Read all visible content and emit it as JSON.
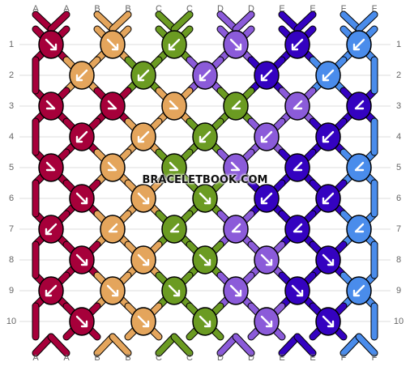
{
  "site": {
    "watermark": "BRACELETBOOK.COM"
  },
  "colors": {
    "A": "#a6003a",
    "B": "#e4a55c",
    "C": "#6b9b22",
    "D": "#8b5bd9",
    "E": "#3402c0",
    "F": "#4a8ceb"
  },
  "string_labels_top": [
    "A",
    "A",
    "B",
    "B",
    "C",
    "C",
    "D",
    "D",
    "E",
    "E",
    "F",
    "F"
  ],
  "string_labels_bottom": [
    "A",
    "A",
    "B",
    "B",
    "C",
    "C",
    "D",
    "D",
    "E",
    "E",
    "F",
    "F"
  ],
  "row_labels": [
    "1",
    "2",
    "3",
    "4",
    "5",
    "6",
    "7",
    "8",
    "9",
    "10"
  ],
  "knots": [
    [
      {
        "c": "A",
        "k": "f"
      },
      {
        "c": "B",
        "k": "f"
      },
      {
        "c": "C",
        "k": "b"
      },
      {
        "c": "D",
        "k": "f"
      },
      {
        "c": "E",
        "k": "b"
      },
      {
        "c": "F",
        "k": "b"
      }
    ],
    [
      {
        "c": "B",
        "k": "b"
      },
      {
        "c": "C",
        "k": "b"
      },
      {
        "c": "D",
        "k": "b"
      },
      {
        "c": "E",
        "k": "b"
      },
      {
        "c": "F",
        "k": "b"
      }
    ],
    [
      {
        "c": "A",
        "k": "fb"
      },
      {
        "c": "A",
        "k": "fb"
      },
      {
        "c": "B",
        "k": "fb"
      },
      {
        "c": "C",
        "k": "bf"
      },
      {
        "c": "D",
        "k": "bf"
      },
      {
        "c": "E",
        "k": "bf"
      }
    ],
    [
      {
        "c": "A",
        "k": "b"
      },
      {
        "c": "B",
        "k": "b"
      },
      {
        "c": "C",
        "k": "b"
      },
      {
        "c": "D",
        "k": "b"
      },
      {
        "c": "E",
        "k": "b"
      }
    ],
    [
      {
        "c": "A",
        "k": "fb"
      },
      {
        "c": "B",
        "k": "fb"
      },
      {
        "c": "C",
        "k": "fb"
      },
      {
        "c": "D",
        "k": "fb"
      },
      {
        "c": "E",
        "k": "bf"
      },
      {
        "c": "F",
        "k": "bf"
      }
    ],
    [
      {
        "c": "A",
        "k": "f"
      },
      {
        "c": "B",
        "k": "f"
      },
      {
        "c": "C",
        "k": "f"
      },
      {
        "c": "E",
        "k": "b"
      },
      {
        "c": "E",
        "k": "b"
      }
    ],
    [
      {
        "c": "A",
        "k": "b"
      },
      {
        "c": "B",
        "k": "bf"
      },
      {
        "c": "C",
        "k": "bf"
      },
      {
        "c": "D",
        "k": "bf"
      },
      {
        "c": "E",
        "k": "bf"
      },
      {
        "c": "F",
        "k": "bf"
      }
    ],
    [
      {
        "c": "A",
        "k": "f"
      },
      {
        "c": "B",
        "k": "f"
      },
      {
        "c": "C",
        "k": "f"
      },
      {
        "c": "D",
        "k": "f"
      },
      {
        "c": "E",
        "k": "f"
      }
    ],
    [
      {
        "c": "A",
        "k": "b"
      },
      {
        "c": "B",
        "k": "f"
      },
      {
        "c": "C",
        "k": "f"
      },
      {
        "c": "D",
        "k": "f"
      },
      {
        "c": "E",
        "k": "f"
      },
      {
        "c": "F",
        "k": "b"
      }
    ],
    [
      {
        "c": "A",
        "k": "f"
      },
      {
        "c": "B",
        "k": "f"
      },
      {
        "c": "C",
        "k": "f"
      },
      {
        "c": "D",
        "k": "f"
      },
      {
        "c": "E",
        "k": "f"
      }
    ]
  ]
}
